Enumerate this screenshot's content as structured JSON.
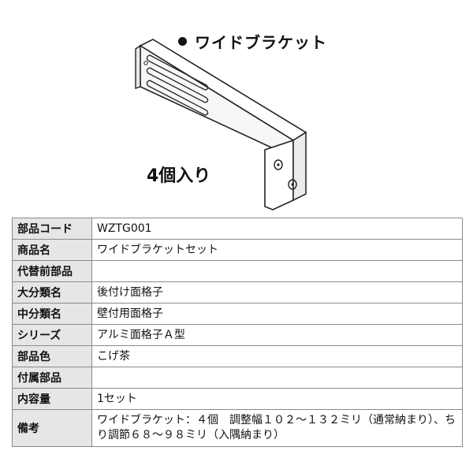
{
  "product": {
    "title": "ワイドブラケット",
    "quantity_label": "4個入り"
  },
  "spec_table": {
    "rows": [
      {
        "label": "部品コード",
        "value": "WZTG001"
      },
      {
        "label": "商品名",
        "value": "ワイドブラケットセット"
      },
      {
        "label": "代替前部品",
        "value": ""
      },
      {
        "label": "大分類名",
        "value": "後付け面格子"
      },
      {
        "label": "中分類名",
        "value": "壁付用面格子"
      },
      {
        "label": "シリーズ",
        "value": "アルミ面格子Ａ型"
      },
      {
        "label": "部品色",
        "value": "こげ茶"
      },
      {
        "label": "付属部品",
        "value": ""
      },
      {
        "label": "内容量",
        "value": "1セット"
      },
      {
        "label": "備考",
        "value": "ワイドブラケット：４個　調整幅１０２～１３２ミリ（通常納まり）、ちり調節６８～９８ミリ（入隅納まり）"
      }
    ]
  },
  "colors": {
    "label_bg": "#e6e6e6",
    "border": "#8a8a8a"
  }
}
